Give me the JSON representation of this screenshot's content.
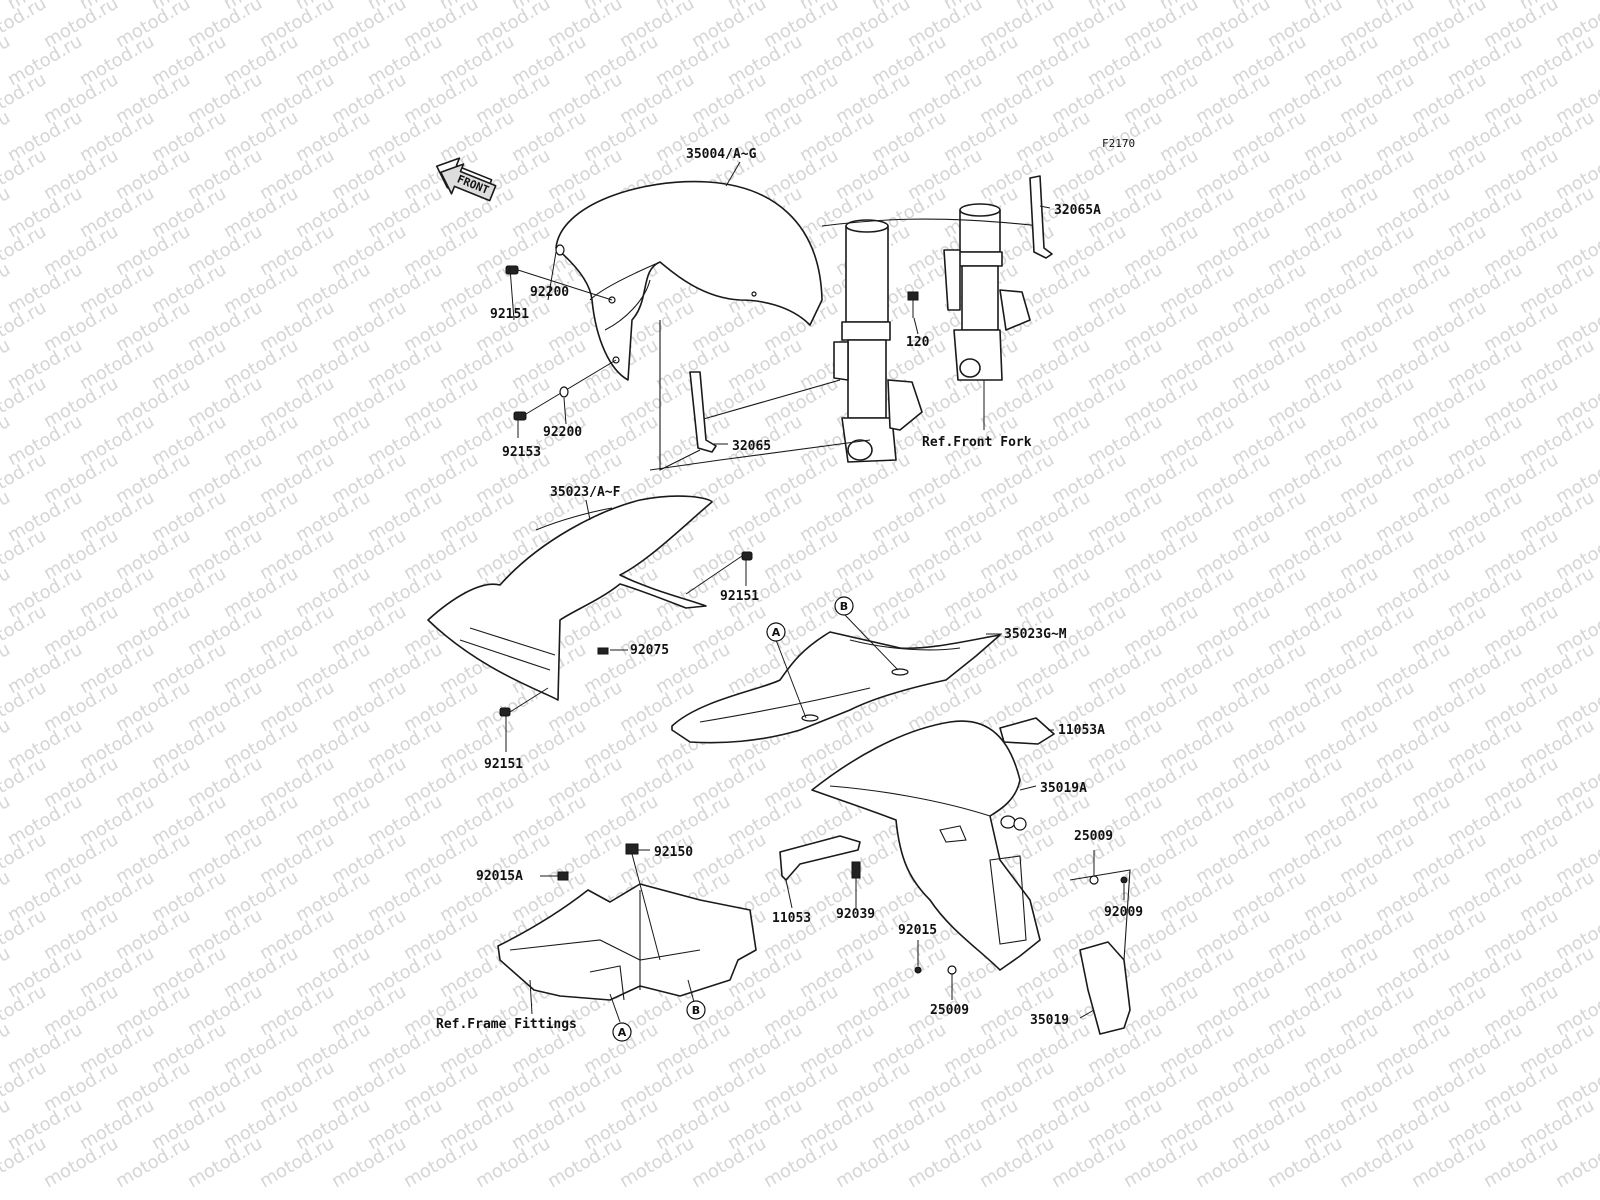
{
  "figure_code": "F2170",
  "watermark": {
    "text": "motod.ru",
    "color": "#c8c8c8"
  },
  "front_arrow": {
    "label": "FRONT"
  },
  "part_labels": {
    "p35004": "35004/A~G",
    "p32065A": "32065A",
    "p92200a": "92200",
    "p92151a": "92151",
    "p120": "120",
    "p92153": "92153",
    "p92200b": "92200",
    "p32065": "32065",
    "ref_front_fork": "Ref.Front Fork",
    "p35023": "35023/A~F",
    "p92151b": "92151",
    "p92075": "92075",
    "p92151c": "92151",
    "p35023G": "35023G~M",
    "p11053A": "11053A",
    "p35019A": "35019A",
    "p92150": "92150",
    "p92015A": "92015A",
    "p25009a": "25009",
    "p92009": "92009",
    "p11053": "11053",
    "p92039": "92039",
    "p92015": "92015",
    "p25009b": "25009",
    "p35019": "35019",
    "ref_frame_fittings": "Ref.Frame Fittings"
  },
  "reference_markers": {
    "a": "A",
    "b": "B"
  }
}
